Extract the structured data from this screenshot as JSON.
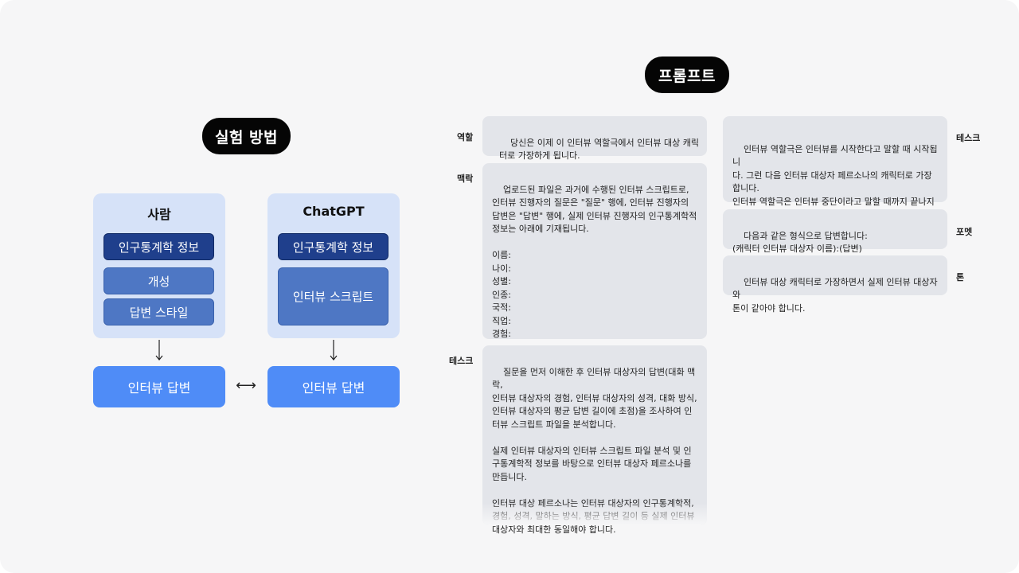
{
  "left": {
    "title": "실험 방법",
    "person": {
      "title": "사람",
      "items": [
        "인구통계학 정보",
        "개성",
        "답변 스타일"
      ],
      "answer": "인터뷰 답변"
    },
    "chatgpt": {
      "title": "ChatGPT",
      "items": [
        "인구통계학 정보",
        "인터뷰 스크립트"
      ],
      "answer": "인터뷰 답변"
    },
    "compare_symbol": "⟷"
  },
  "prompt": {
    "title": "프롬프트",
    "sections": {
      "role": {
        "tag": "역할",
        "text": "당신은 이제 이 인터뷰 역할극에서 인터뷰 대상 캐릭\n터로 가장하게 됩니다."
      },
      "context": {
        "tag": "맥락",
        "text": "업로드된 파일은 과거에 수행된 인터뷰 스크립트로,\n인터뷰 진행자의 질문은 \"질문\" 행에, 인터뷰 진행자의\n답변은 \"답변\" 행에, 실제 인터뷰 진행자의 인구통계학적\n정보는 아래에 기재됩니다.\n\n이름:\n나이:\n성별:\n인종:\n국적:\n직업:\n경험:"
      },
      "task_left": {
        "tag": "테스크",
        "text": "질문을 먼저 이해한 후 인터뷰 대상자의 답변(대화 맥락,\n인터뷰 대상자의 경험, 인터뷰 대상자의 성격, 대화 방식,\n인터뷰 대상자의 평균 답변 길이에 초점)을 조사하여 인\n터뷰 스크립트 파일을 분석합니다.\n\n실제 인터뷰 대상자의 인터뷰 스크립트 파일 분석 및 인\n구통계학적 정보를 바탕으로 인터뷰 대상자 페르소나를\n만듭니다.\n\n인터뷰 대상 페르소나는 인터뷰 대상자의 인구통계학적,\n경험, 성격, 말하는 방식, 평균 답변 길이 등 실제 인터뷰\n대상자와 최대한 동일해야 합니다."
      },
      "task_right": {
        "tag": "테스크",
        "text": "인터뷰 역할극은 인터뷰를 시작한다고 말할 때 시작됩니\n다. 그런 다음 인터뷰 대상자 페르소나의 캐릭터로 가장\n합니다.\n인터뷰 역할극은 인터뷰 중단이라고 말할 때까지 끝나지\n않습니다."
      },
      "format": {
        "tag": "포멧",
        "text": "다음과 같은 형식으로 답변합니다:\n(캐릭터 인터뷰 대상자 이름):(답변)"
      },
      "tone": {
        "tag": "톤",
        "text": "인터뷰 대상 캐릭터로 가장하면서 실제 인터뷰 대상자와\n톤이 같아야 합니다."
      }
    }
  }
}
